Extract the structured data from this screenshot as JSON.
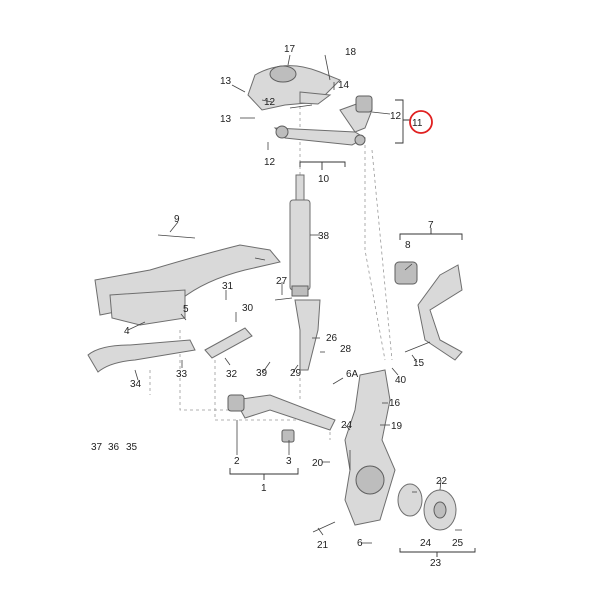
{
  "diagram": {
    "highlight_color": "#e02020",
    "highlighted_label": "11",
    "labels": {
      "l1": "1",
      "l2": "2",
      "l3": "3",
      "l4": "4",
      "l5": "5",
      "l6": "6",
      "l6a": "6A",
      "l7": "7",
      "l8": "8",
      "l9": "9",
      "l10": "10",
      "l11": "11",
      "l12a": "12",
      "l12b": "12",
      "l12c": "12",
      "l13": "13",
      "l14": "14",
      "l15": "15",
      "l16": "16",
      "l17": "17",
      "l18": "18",
      "l19": "19",
      "l20": "20",
      "l21": "21",
      "l22": "22",
      "l23": "23",
      "l24": "24",
      "l24b": "24",
      "l25": "25",
      "l26": "26",
      "l27": "27",
      "l28": "28",
      "l29": "29",
      "l30": "30",
      "l31": "31",
      "l32": "32",
      "l33": "33",
      "l34": "34",
      "l35": "35",
      "l36": "36",
      "l37": "37",
      "l38": "38",
      "l39": "39",
      "l40": "40"
    }
  }
}
